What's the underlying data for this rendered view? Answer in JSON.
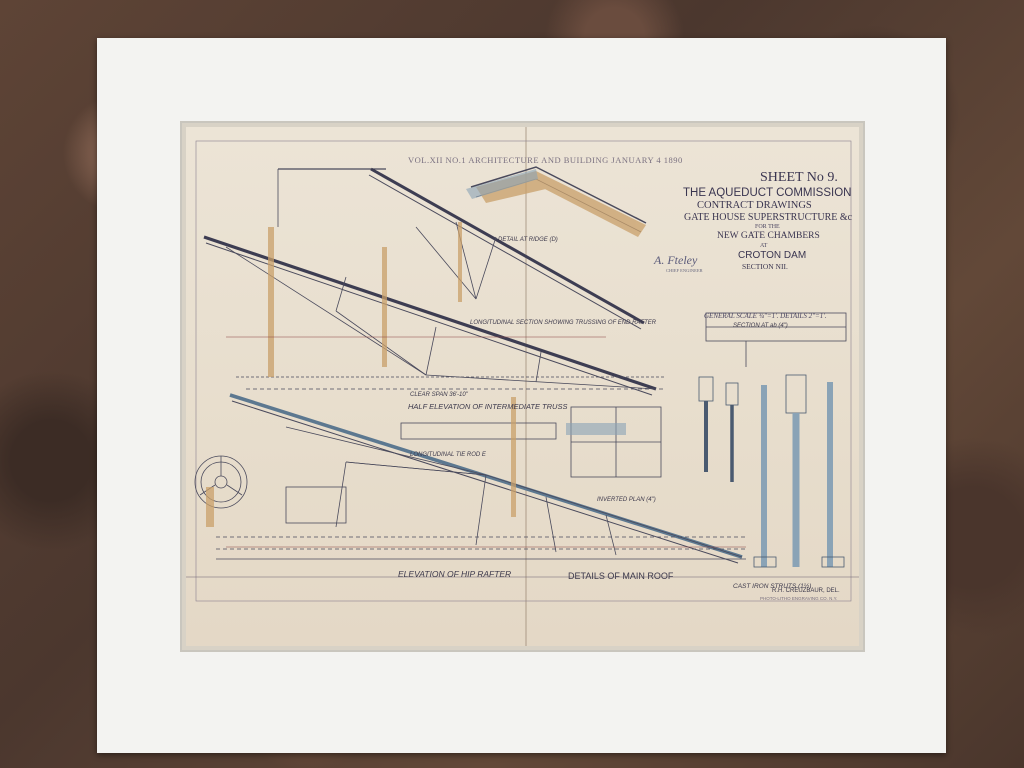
{
  "header": {
    "journal_line": "VOL.XII NO.1   ARCHITECTURE AND BUILDING   JANUARY 4 1890"
  },
  "title_block": {
    "sheet_no": "SHEET No 9.",
    "commission": "THE AQUEDUCT COMMISSION",
    "contract": "CONTRACT DRAWINGS",
    "gate_house": "GATE HOUSE SUPERSTRUCTURE &c",
    "for_the": "FOR THE",
    "new_gate": "NEW GATE CHAMBERS",
    "at": "AT",
    "croton": "CROTON DAM",
    "section": "SECTION NII.",
    "signature": "A. Fteley",
    "chief": "CHIEF ENGINEER",
    "general_scale": "GENERAL SCALE ¾\"=1'.  DETAILS 2\"=1'."
  },
  "labels": {
    "half_elevation": "HALF ELEVATION OF INTERMEDIATE TRUSS",
    "elevation_hip": "ELEVATION OF HIP RAFTER",
    "details_main": "DETAILS OF MAIN ROOF",
    "cast_struts": "CAST IRON STRUTS (1½)",
    "del": "R.H. CREUZBAUR, DEL.",
    "printer": "PHOTO-LITHO ENGRAVING CO. N.Y.",
    "detail_ridge": "DETAIL AT RIDGE (D)",
    "long_section": "LONGITUDINAL SECTION SHOWING TRUSSING OF END RAFTER",
    "section_at": "SECTION AT ab (4\")",
    "long_tie": "LONGITUDINAL TIE ROD E",
    "inverted": "INVERTED PLAN (4\")",
    "clear_span": "CLEAR SPAN 36'-10\""
  },
  "colors": {
    "paper": "#e9e0d0",
    "ink": "#3a3550",
    "wood": "#c9a06a",
    "steel": "#7f9bb0"
  }
}
